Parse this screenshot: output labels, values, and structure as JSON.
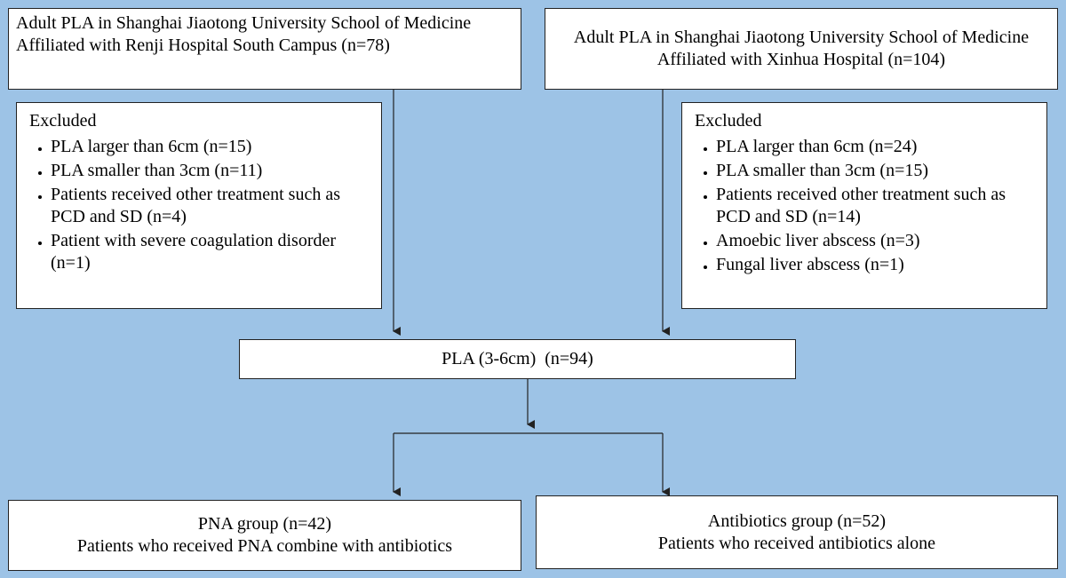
{
  "left_source": "Adult PLA in Shanghai Jiaotong University School of Medicine Affiliated with Renji Hospital South Campus (n=78)",
  "right_source": "Adult PLA in Shanghai Jiaotong University School of Medicine Affiliated with Xinhua Hospital (n=104)",
  "left_excluded": {
    "title": "Excluded",
    "items": [
      "PLA larger than 6cm (n=15)",
      "PLA smaller than 3cm (n=11)",
      "Patients received other treatment such as PCD and SD (n=4)",
      "Patient with severe coagulation disorder (n=1)"
    ]
  },
  "right_excluded": {
    "title": "Excluded",
    "items": [
      "PLA larger than 6cm (n=24)",
      "PLA smaller than 3cm (n=15)",
      "Patients received other treatment such as PCD and SD (n=14)",
      "Amoebic liver abscess (n=3)",
      "Fungal liver abscess (n=1)"
    ]
  },
  "merged": "PLA (3-6cm)  (n=94)",
  "pna_group": {
    "title": "PNA group (n=42)",
    "desc": "Patients who received PNA combine with antibiotics"
  },
  "antibiotics_group": {
    "title": "Antibiotics group (n=52)",
    "desc": "Patients who received antibiotics alone"
  }
}
